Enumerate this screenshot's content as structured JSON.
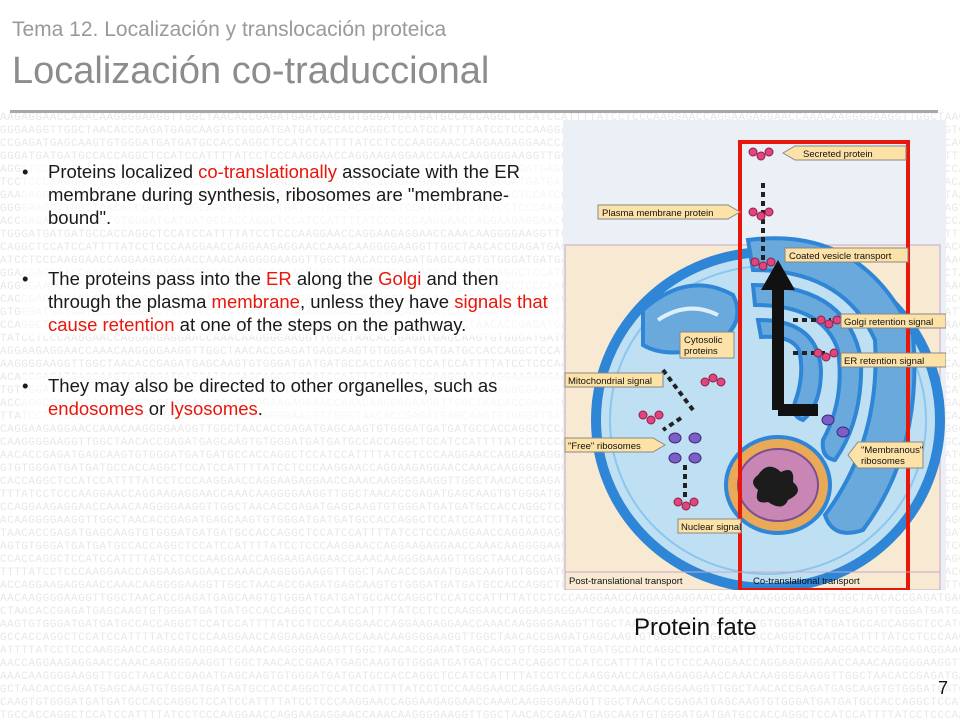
{
  "slide": {
    "subtitle": "Tema 12. Localización y translocación proteica",
    "title": "Localización co-traduccional",
    "page_number": "7",
    "caption": "Protein fate"
  },
  "bullets": [
    {
      "parts": [
        {
          "text": "Proteins localized ",
          "hl": false
        },
        {
          "text": "co-translationally",
          "hl": true
        },
        {
          "text": " associate with the ER membrane during synthesis, ribosomes are \"membrane-bound\".",
          "hl": false
        }
      ]
    },
    {
      "parts": [
        {
          "text": "The proteins pass into the ",
          "hl": false
        },
        {
          "text": "ER",
          "hl": true
        },
        {
          "text": " along the ",
          "hl": false
        },
        {
          "text": "Golgi",
          "hl": true
        },
        {
          "text": " and then through the plasma ",
          "hl": false
        },
        {
          "text": "membrane",
          "hl": true
        },
        {
          "text": ", unless they have ",
          "hl": false
        },
        {
          "text": "signals that cause retention",
          "hl": true
        },
        {
          "text": " at one of the steps on the pathway.",
          "hl": false
        }
      ]
    },
    {
      "parts": [
        {
          "text": "They may also be directed to other organelles, such as ",
          "hl": false
        },
        {
          "text": "endosomes",
          "hl": true
        },
        {
          "text": " or ",
          "hl": false
        },
        {
          "text": "lysosomes",
          "hl": true
        },
        {
          "text": ".",
          "hl": false
        }
      ]
    }
  ],
  "diagram": {
    "labels": {
      "secreted": "Secreted protein",
      "plasma": "Plasma membrane protein",
      "coated": "Coated vesicle transport",
      "golgi": "Golgi retention signal",
      "er": "ER retention signal",
      "cytosolic_1": "Cytosolic",
      "cytosolic_2": "proteins",
      "mito": "Mitochondrial signal",
      "free": "\"Free\" ribosomes",
      "membranous_1": "\"Membranous\"",
      "membranous_2": "ribosomes",
      "nuclear": "Nuclear signal",
      "post": "Post-translational transport",
      "co": "Co-translational transport"
    },
    "colors": {
      "accent_red": "#e8160b",
      "cell_blue": "#2f86d6",
      "panel_bg": "#f7e9d2",
      "label_bg": "#fde2a8"
    }
  },
  "background": {
    "dna_text": "AAGAGGAACCAAACAAGGGGAAGGTTGGCTAACACCGAGATGAGCAAGTGTGGGATGATGATGCCACCAGGCTCCATCCATTTTATCCTCCCAAGGAACCAGG"
  }
}
